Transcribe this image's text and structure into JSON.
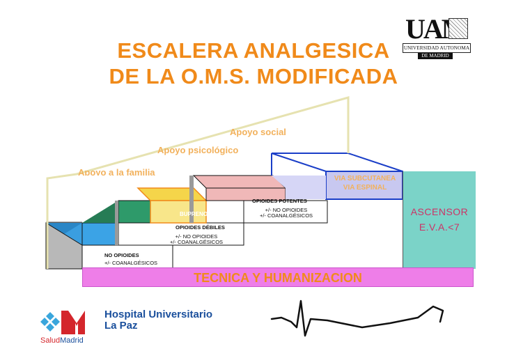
{
  "title": {
    "line1": "ESCALERA ANALGESICA",
    "line2": "DE LA O.M.S. MODIFICADA"
  },
  "logo_ua": {
    "big_letters": "UAM",
    "box_text": "UNIVERSIDAD AUTONOMA",
    "madrid_text": "DE MADRID"
  },
  "support_labels": {
    "social": "Apoyo social",
    "psicologico": "Apoyo psicológico",
    "familia": "Apoyo a la familia"
  },
  "steps": {
    "step1": {
      "name": "NO OPIOIDES",
      "note": "+/- COANALGÉSICOS",
      "color": "#3ba3e6"
    },
    "step2": {
      "name": "OPIOIDES DÉBILES",
      "note1": "+/- NO OPIOIDES",
      "note2": "+/- COANALGÉSICOS",
      "color": "#2e9a6a"
    },
    "step2b": {
      "name": "BUPRENORFINA",
      "color": "#f2d24a"
    },
    "step3": {
      "name": "OPIOIDES POTENTES",
      "note1": "+/- NO OPIOIDES",
      "note2": "+/- COANALGÉSICOS",
      "color": "#f0b8b8"
    },
    "step4": {
      "line1": "VIA SUBCUTANEA",
      "line2": "VIA ESPINAL",
      "color": "#c8c8f0"
    }
  },
  "ascensor": {
    "line1": "ASCENSOR",
    "line2": "E.V.A.<7"
  },
  "base_bar": "TECNICA Y HUMANIZACION",
  "hospital": {
    "line1": "Hospital Universitario",
    "line2": "La Paz",
    "salud_a": "Salud",
    "salud_b": "Madrid"
  }
}
